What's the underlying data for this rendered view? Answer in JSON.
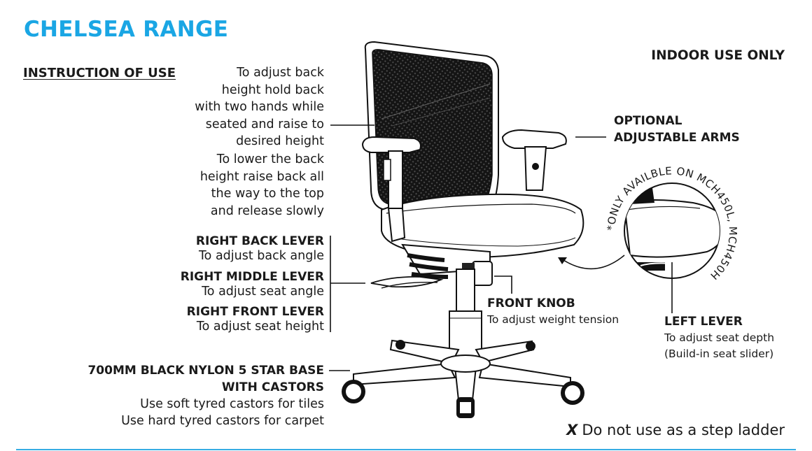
{
  "title": "CHELSEA RANGE",
  "instruction_heading": "INSTRUCTION OF USE",
  "indoor_note": "INDOOR USE ONLY",
  "back_height": {
    "raise_lines": [
      "To adjust back",
      "height hold back",
      "with two hands while",
      "seated and raise to",
      "desired height"
    ],
    "lower_lines": [
      "To lower the back",
      "height raise back all",
      "the way to the top",
      "and release slowly"
    ]
  },
  "arms": {
    "lines": [
      "OPTIONAL",
      "ADJUSTABLE ARMS"
    ]
  },
  "levers": [
    {
      "title": "RIGHT BACK LEVER",
      "desc": "To adjust back angle"
    },
    {
      "title": "RIGHT MIDDLE LEVER",
      "desc": "To adjust seat angle"
    },
    {
      "title": "RIGHT FRONT LEVER",
      "desc": "To adjust seat height"
    }
  ],
  "front_knob": {
    "title": "FRONT KNOB",
    "desc": "To adjust weight tension"
  },
  "left_lever": {
    "title": "LEFT LEVER",
    "desc_lines": [
      "To adjust seat depth",
      "(Build-in seat slider)"
    ]
  },
  "inset_note": "*ONLY AVAILBLE ON MCH450L, MCH450H",
  "base": {
    "title_lines": [
      "700MM BLACK NYLON 5 STAR BASE",
      "WITH CASTORS"
    ],
    "desc_lines": [
      "Use soft tyred castors for tiles",
      "Use hard tyred castors for carpet"
    ]
  },
  "warning": {
    "mark": "X",
    "text": "Do not use as a step ladder"
  },
  "colors": {
    "title": "#1aa6e4",
    "rule": "#36ade3",
    "text": "#1a1a1a"
  }
}
